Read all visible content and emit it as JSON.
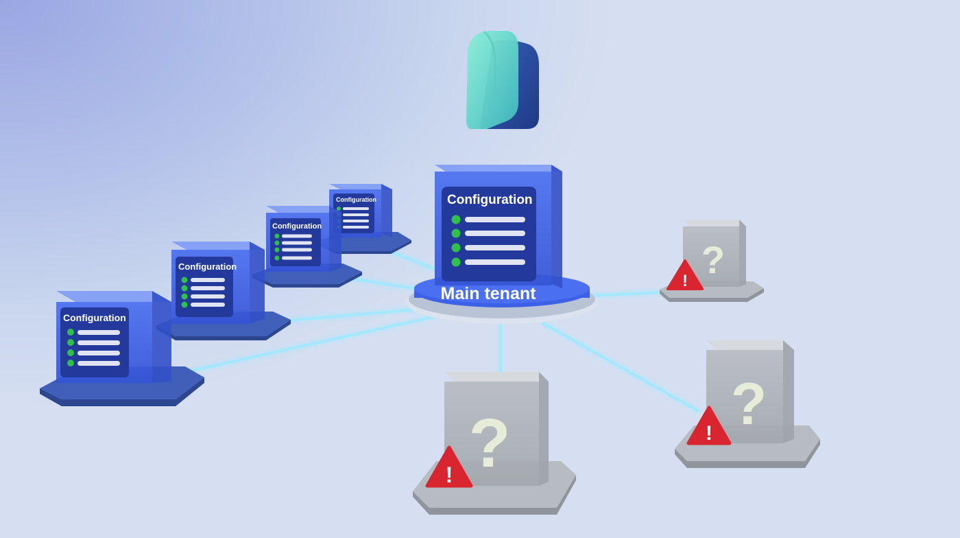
{
  "logo": {
    "icon": "product-logo-icon",
    "colors": [
      "#6ee0c9",
      "#2b4f9a"
    ]
  },
  "main_tenant": {
    "label": "Main tenant",
    "card_title": "Configuration",
    "check_count": 4
  },
  "configured_tenants": [
    {
      "card_title": "Configuration",
      "check_count": 4
    },
    {
      "card_title": "Configuration",
      "check_count": 4
    },
    {
      "card_title": "Configuration",
      "check_count": 4
    },
    {
      "card_title": "Configuration",
      "check_count": 4
    }
  ],
  "unknown_tenants": [
    {
      "symbol": "?",
      "warning": "!"
    },
    {
      "symbol": "?",
      "warning": "!"
    },
    {
      "symbol": "?",
      "warning": "!"
    }
  ],
  "colors": {
    "cube_blue": "#3f62e0",
    "panel_navy": "#233a9c",
    "check_green": "#2fbf4a",
    "warning_red": "#d9252f",
    "link_glow": "#8fe6ff",
    "unknown_grey": "#a9aeb4"
  }
}
